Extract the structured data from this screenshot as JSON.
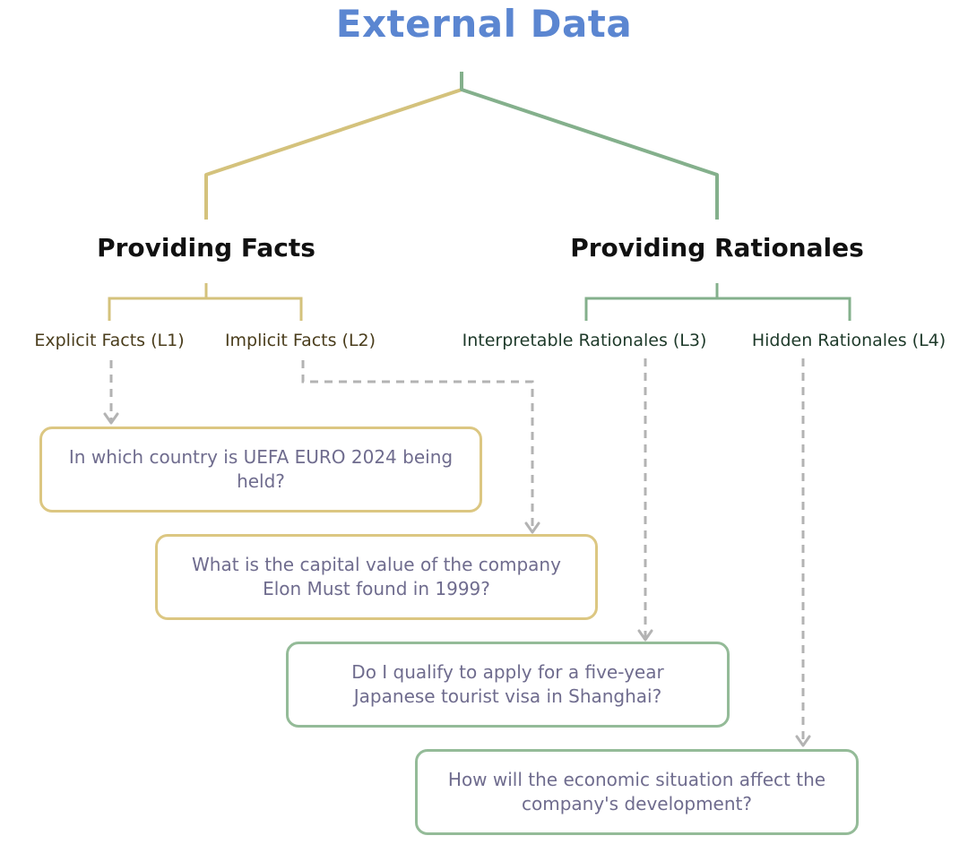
{
  "diagram": {
    "title": "External Data",
    "colors": {
      "title": "#5b86d1",
      "facts": "#d4c27c",
      "rationales": "#84b08c",
      "arrows": "#b3b3b3",
      "question_text": "#6f6c8e"
    },
    "branches": {
      "facts": {
        "label": "Providing Facts",
        "levels": [
          "Explicit Facts (L1)",
          "Implicit Facts (L2)"
        ]
      },
      "rationales": {
        "label": "Providing Rationales",
        "levels": [
          "Interpretable Rationales (L3)",
          "Hidden Rationales (L4)"
        ]
      }
    },
    "questions": [
      "In which country is UEFA EURO 2024 being held?",
      "What is the capital value of the company Elon Must found in 1999?",
      "Do I qualify to apply for a five-year Japanese tourist visa in Shanghai?",
      "How will the economic situation affect the company's development?"
    ]
  }
}
